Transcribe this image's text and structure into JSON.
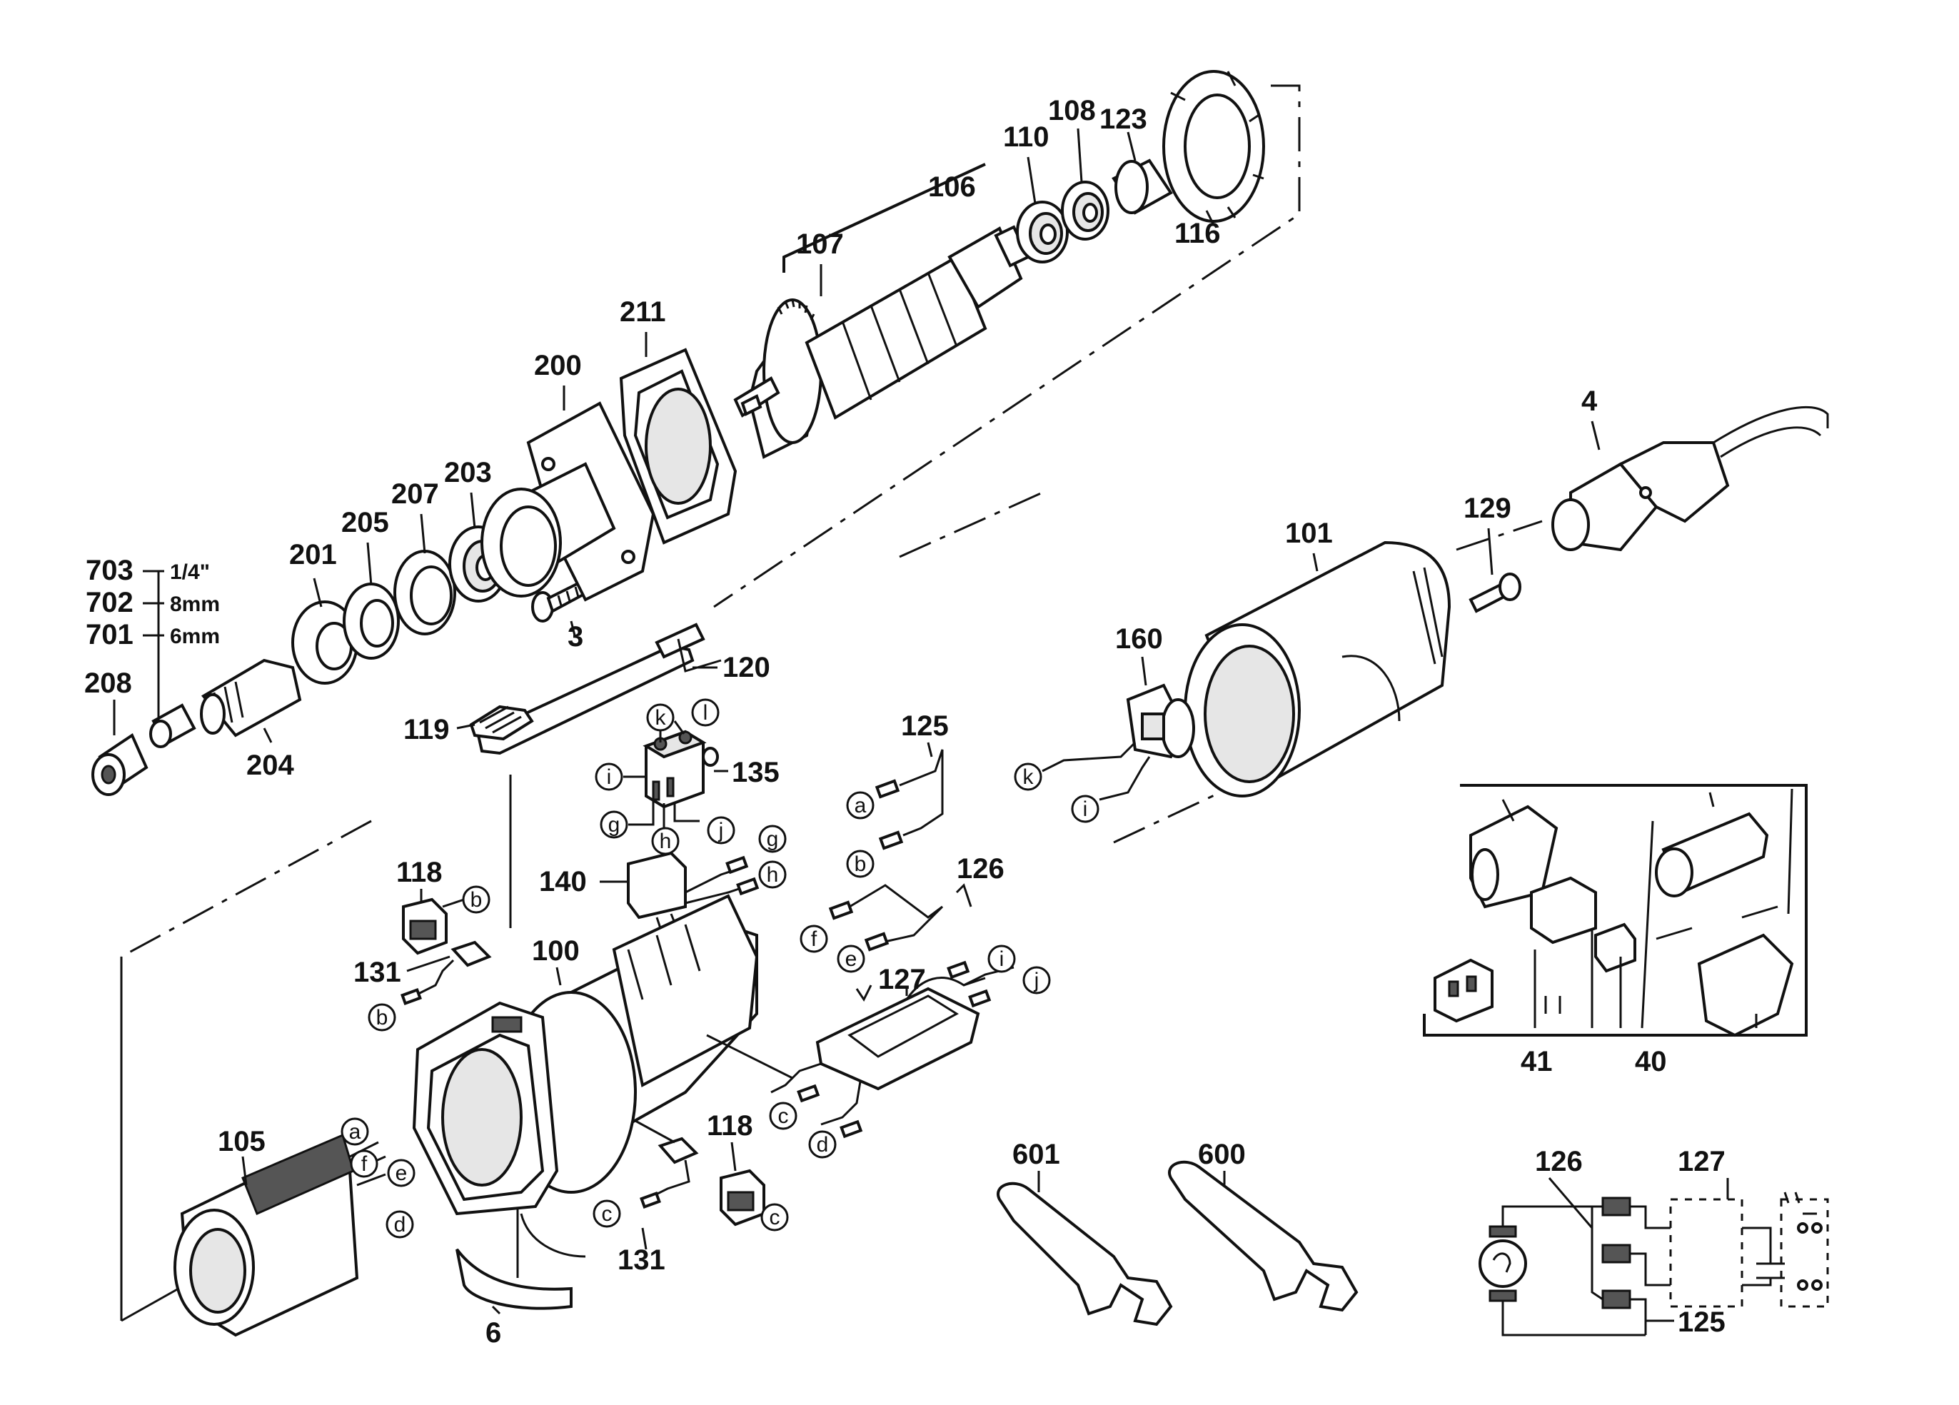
{
  "parts": [
    {
      "id": "p703",
      "label": "703"
    },
    {
      "id": "p702",
      "label": "702"
    },
    {
      "id": "p701",
      "label": "701"
    },
    {
      "id": "p208",
      "label": "208"
    },
    {
      "id": "p204",
      "label": "204"
    },
    {
      "id": "p201",
      "label": "201"
    },
    {
      "id": "p205",
      "label": "205"
    },
    {
      "id": "p207",
      "label": "207"
    },
    {
      "id": "p203",
      "label": "203"
    },
    {
      "id": "p3",
      "label": "3"
    },
    {
      "id": "p200",
      "label": "200"
    },
    {
      "id": "p211",
      "label": "211"
    },
    {
      "id": "p107",
      "label": "107"
    },
    {
      "id": "p106",
      "label": "106"
    },
    {
      "id": "p110",
      "label": "110"
    },
    {
      "id": "p108",
      "label": "108"
    },
    {
      "id": "p123",
      "label": "123"
    },
    {
      "id": "p116",
      "label": "116"
    },
    {
      "id": "p4",
      "label": "4"
    },
    {
      "id": "p129",
      "label": "129"
    },
    {
      "id": "p101",
      "label": "101"
    },
    {
      "id": "p160",
      "label": "160"
    },
    {
      "id": "p120",
      "label": "120"
    },
    {
      "id": "p119",
      "label": "119"
    },
    {
      "id": "p135",
      "label": "135"
    },
    {
      "id": "p125",
      "label": "125"
    },
    {
      "id": "p140",
      "label": "140"
    },
    {
      "id": "p126",
      "label": "126"
    },
    {
      "id": "p118a",
      "label": "118"
    },
    {
      "id": "p131a",
      "label": "131"
    },
    {
      "id": "p100",
      "label": "100"
    },
    {
      "id": "p127",
      "label": "127"
    },
    {
      "id": "p118b",
      "label": "118"
    },
    {
      "id": "p131b",
      "label": "131"
    },
    {
      "id": "p105",
      "label": "105"
    },
    {
      "id": "p6",
      "label": "6"
    },
    {
      "id": "p601",
      "label": "601"
    },
    {
      "id": "p600",
      "label": "600"
    },
    {
      "id": "p41",
      "label": "41"
    },
    {
      "id": "p40",
      "label": "40"
    },
    {
      "id": "s126",
      "label": "126"
    },
    {
      "id": "s127",
      "label": "127"
    },
    {
      "id": "s125",
      "label": "125"
    }
  ],
  "sizes": {
    "s703": "1/4\"",
    "s702": "8mm",
    "s701": "6mm"
  },
  "connectors": {
    "a": "a",
    "b": "b",
    "c": "c",
    "d": "d",
    "e": "e",
    "f": "f",
    "g": "g",
    "h": "h",
    "i": "i",
    "j": "j",
    "k": "k",
    "l": "l"
  }
}
